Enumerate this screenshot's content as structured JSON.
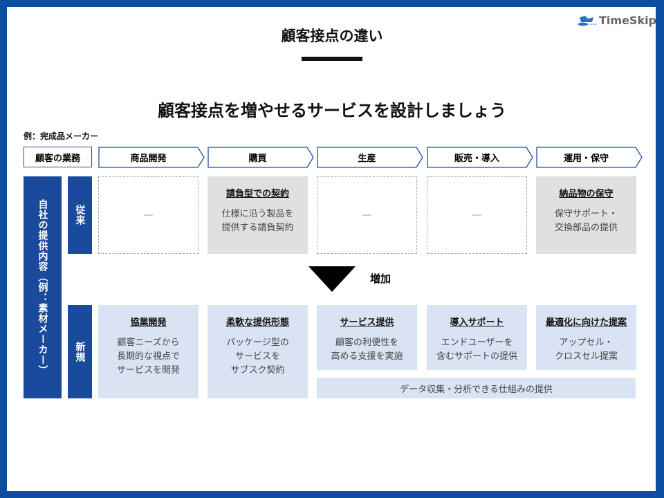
{
  "title": "顧客接点の違い",
  "subtitle": "顧客接点を増やせるサービスを設計しましょう",
  "logo": "TimeSkip",
  "example": "例：完成品メーカー",
  "header_label": "顧客の業務",
  "steps": [
    "商品開発",
    "購買",
    "生産",
    "販売・導入",
    "運用・保守"
  ],
  "side_label": "自社の提供内容（例：素材メーカー）",
  "row_traditional": {
    "label": "従来",
    "cells": [
      {
        "empty": "—"
      },
      {
        "title": "請負型での契約",
        "body": "仕様に沿う製品を\n提供する請負契約"
      },
      {
        "empty": "—"
      },
      {
        "empty": "—"
      },
      {
        "title": "納品物の保守",
        "body": "保守サポート・\n交換部品の提供"
      }
    ]
  },
  "increase_label": "増加",
  "row_new": {
    "label": "新規",
    "cells": [
      {
        "title": "協業開発",
        "body": "顧客ニーズから\n長期的な視点で\nサービスを開発"
      },
      {
        "title": "柔軟な提供形態",
        "body": "パッケージ型の\nサービスを\nサブスク契約"
      },
      {
        "title": "サービス提供",
        "body": "顧客の利便性を\n高める支援を実施"
      },
      {
        "title": "導入サポート",
        "body": "エンドユーザーを\n含むサポートの提供"
      },
      {
        "title": "最適化に向けた提案",
        "body": "アップセル・\nクロスセル提案"
      }
    ],
    "bottom": "データ収集・分析できる仕組みの提供"
  },
  "colors": {
    "frame": "#0a4ea2",
    "dark_blue": "#1a4a9c",
    "light_blue": "#dae3f3",
    "gray": "#e0e0e0"
  }
}
